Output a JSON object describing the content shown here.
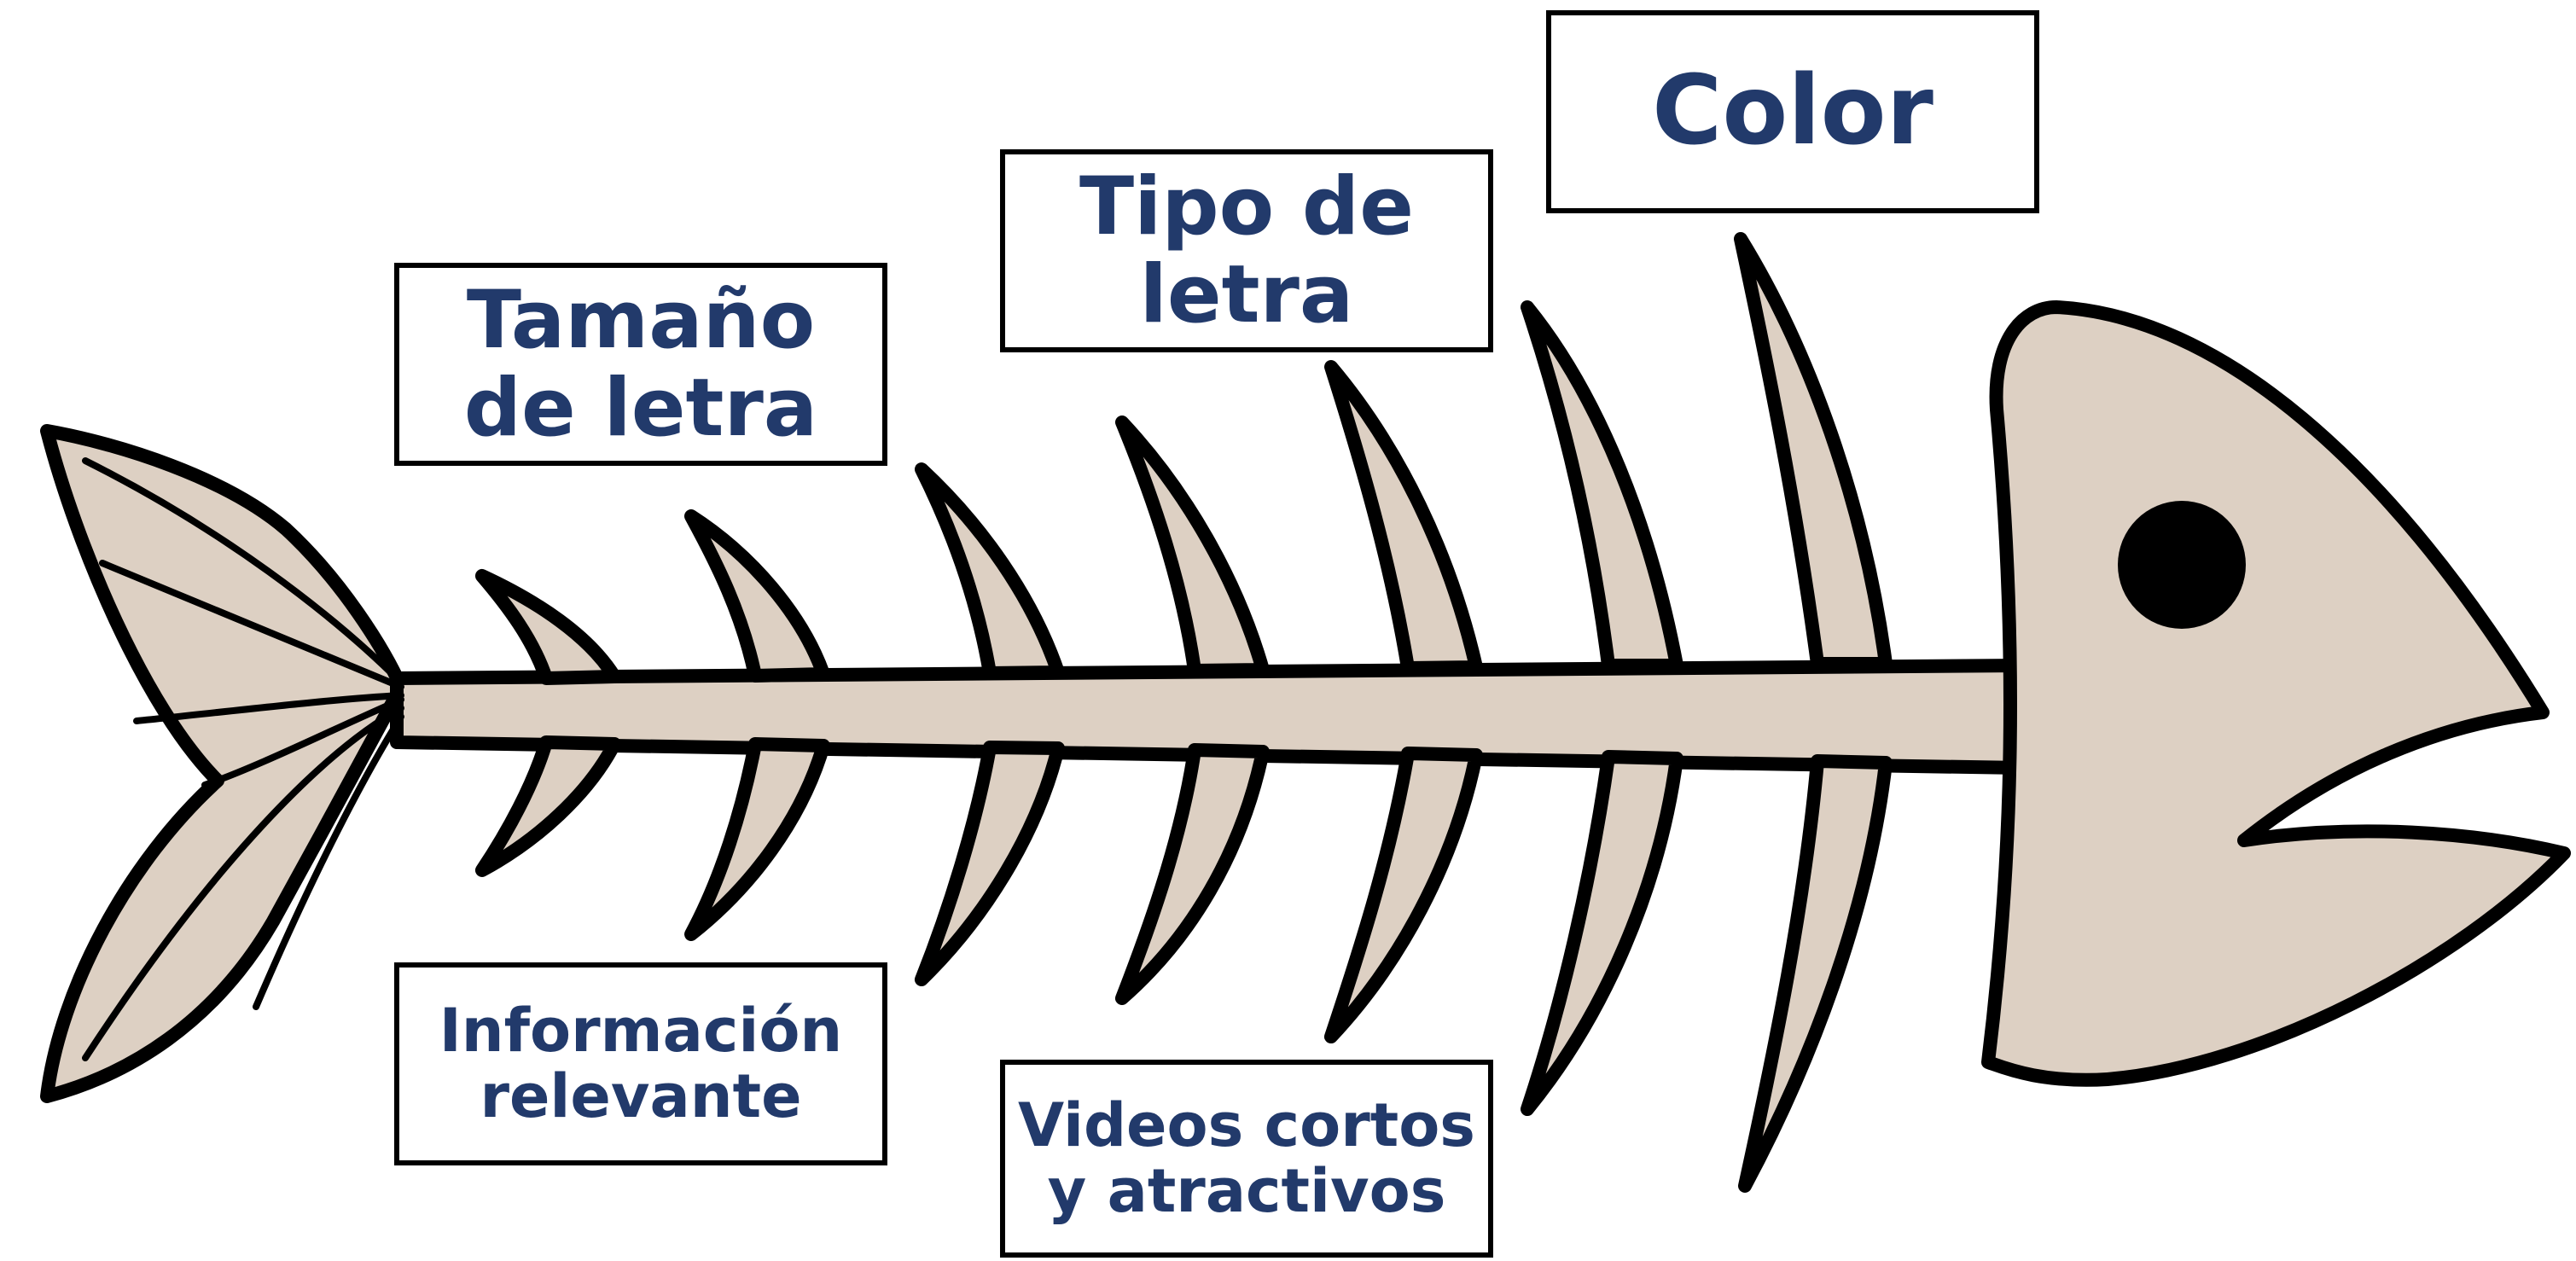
{
  "diagram": {
    "type": "fishbone",
    "colors": {
      "bone_fill": "#DDD0C3",
      "outline": "#000000",
      "label_text": "#223A6B",
      "label_bg": "#FFFFFF"
    },
    "labels": {
      "tamano": "Tamaño\nde letra",
      "tipo": "Tipo de\nletra",
      "color": "Color",
      "informacion": "Información\nrelevante",
      "videos": "Videos cortos\ny atractivos"
    }
  }
}
